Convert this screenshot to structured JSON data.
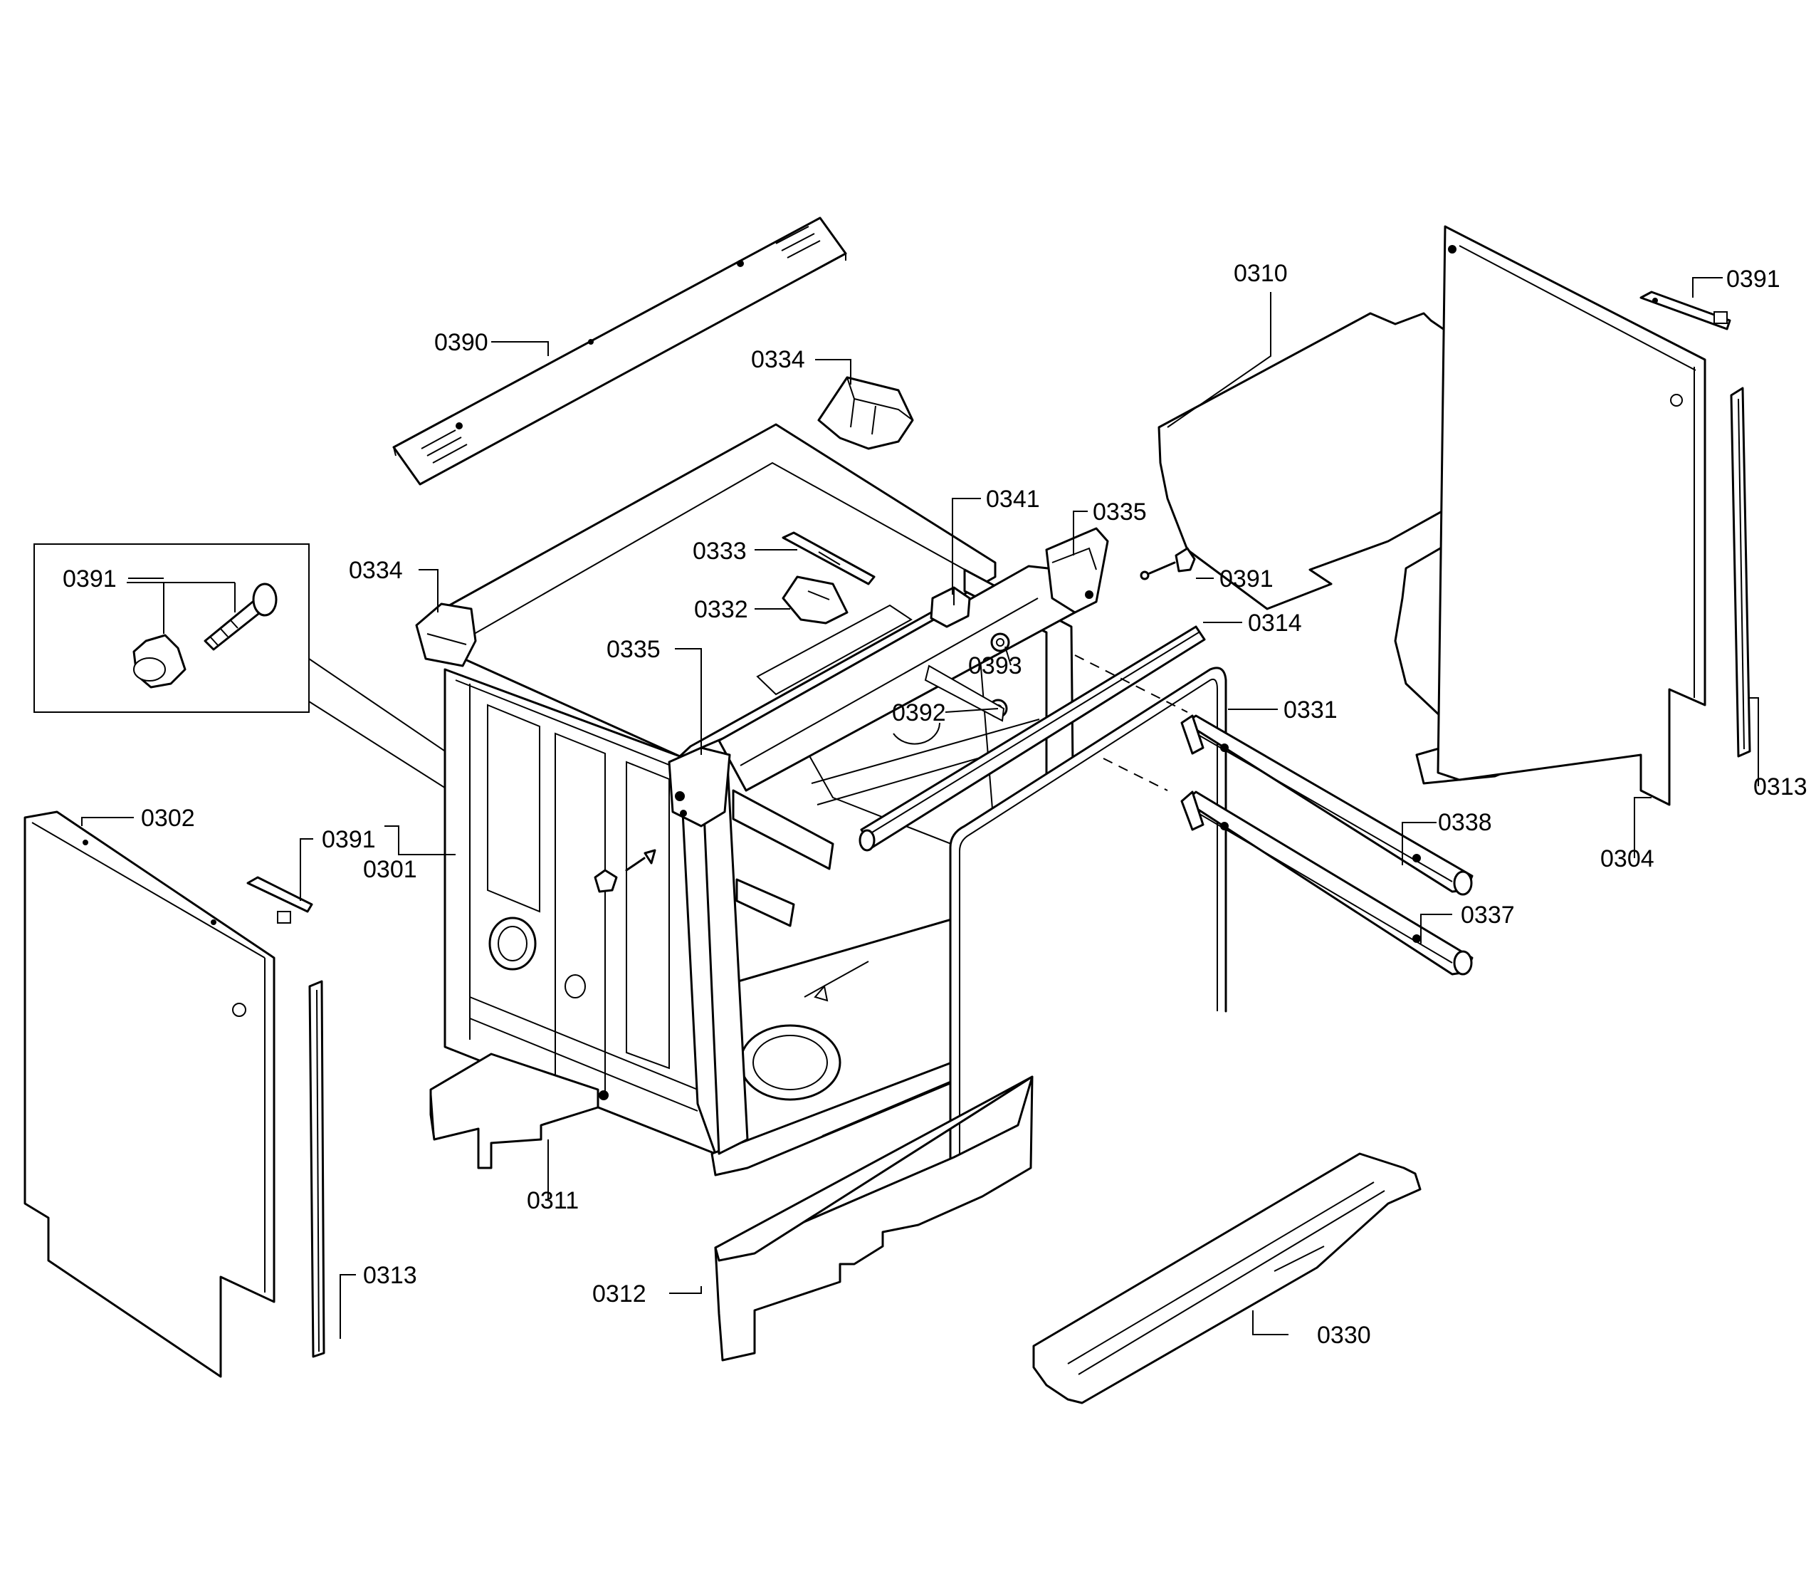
{
  "diagram": {
    "part_labels": {
      "p0390": "0390",
      "p0334_top": "0334",
      "p0310": "0310",
      "p0391_top_right": "0391",
      "p0341": "0341",
      "p0335_right": "0335",
      "p0333": "0333",
      "p0332": "0332",
      "p0391_mid": "0391",
      "p0391_inset": "0391",
      "p0334_left": "0334",
      "p0314": "0314",
      "p0335_left": "0335",
      "p0393": "0393",
      "p0392": "0392",
      "p0331": "0331",
      "p0313_right": "0313",
      "p0302": "0302",
      "p0391_left": "0391",
      "p0301": "0301",
      "p0338": "0338",
      "p0304": "0304",
      "p0337": "0337",
      "p0311": "0311",
      "p0313_left": "0313",
      "p0312": "0312",
      "p0330": "0330"
    }
  }
}
